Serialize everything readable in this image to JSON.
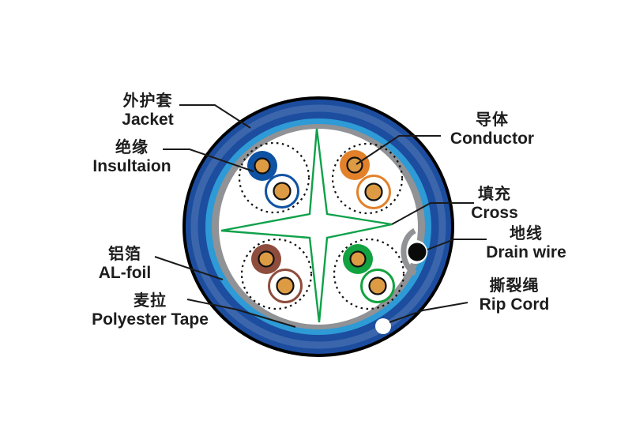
{
  "labels": {
    "jacket": {
      "zh": "外护套",
      "en": "Jacket"
    },
    "insulation": {
      "zh": "绝缘",
      "en": "Insultaion"
    },
    "al_foil": {
      "zh": "铝箔",
      "en": "AL-foil"
    },
    "polyester_tape": {
      "zh": "麦拉",
      "en": "Polyester Tape"
    },
    "conductor": {
      "zh": "导体",
      "en": "Conductor"
    },
    "cross": {
      "zh": "填充",
      "en": "Cross"
    },
    "drain_wire": {
      "zh": "地线",
      "en": "Drain wire"
    },
    "rip_cord": {
      "zh": "撕裂绳",
      "en": "Rip Cord"
    }
  },
  "colors": {
    "jacket": "#1c4d9f",
    "jacket_highlight": "rgba(255,255,255,0.14)",
    "al_foil": "#2e9ad6",
    "polyester_tape": "#909295",
    "core_bg": "#ffffff",
    "cross": "#0fa14a",
    "pair_blue": "#0e52a3",
    "pair_orange": "#e2812a",
    "pair_brown": "#8e4c3c",
    "pair_green": "#12a23f",
    "conductor": "#dd9b44",
    "drain_wire": "#0a0a0a",
    "rip_cord": "#ffffff",
    "outline": "#000000",
    "pair_outline": "#111111",
    "leader": "#1a1a1a"
  }
}
